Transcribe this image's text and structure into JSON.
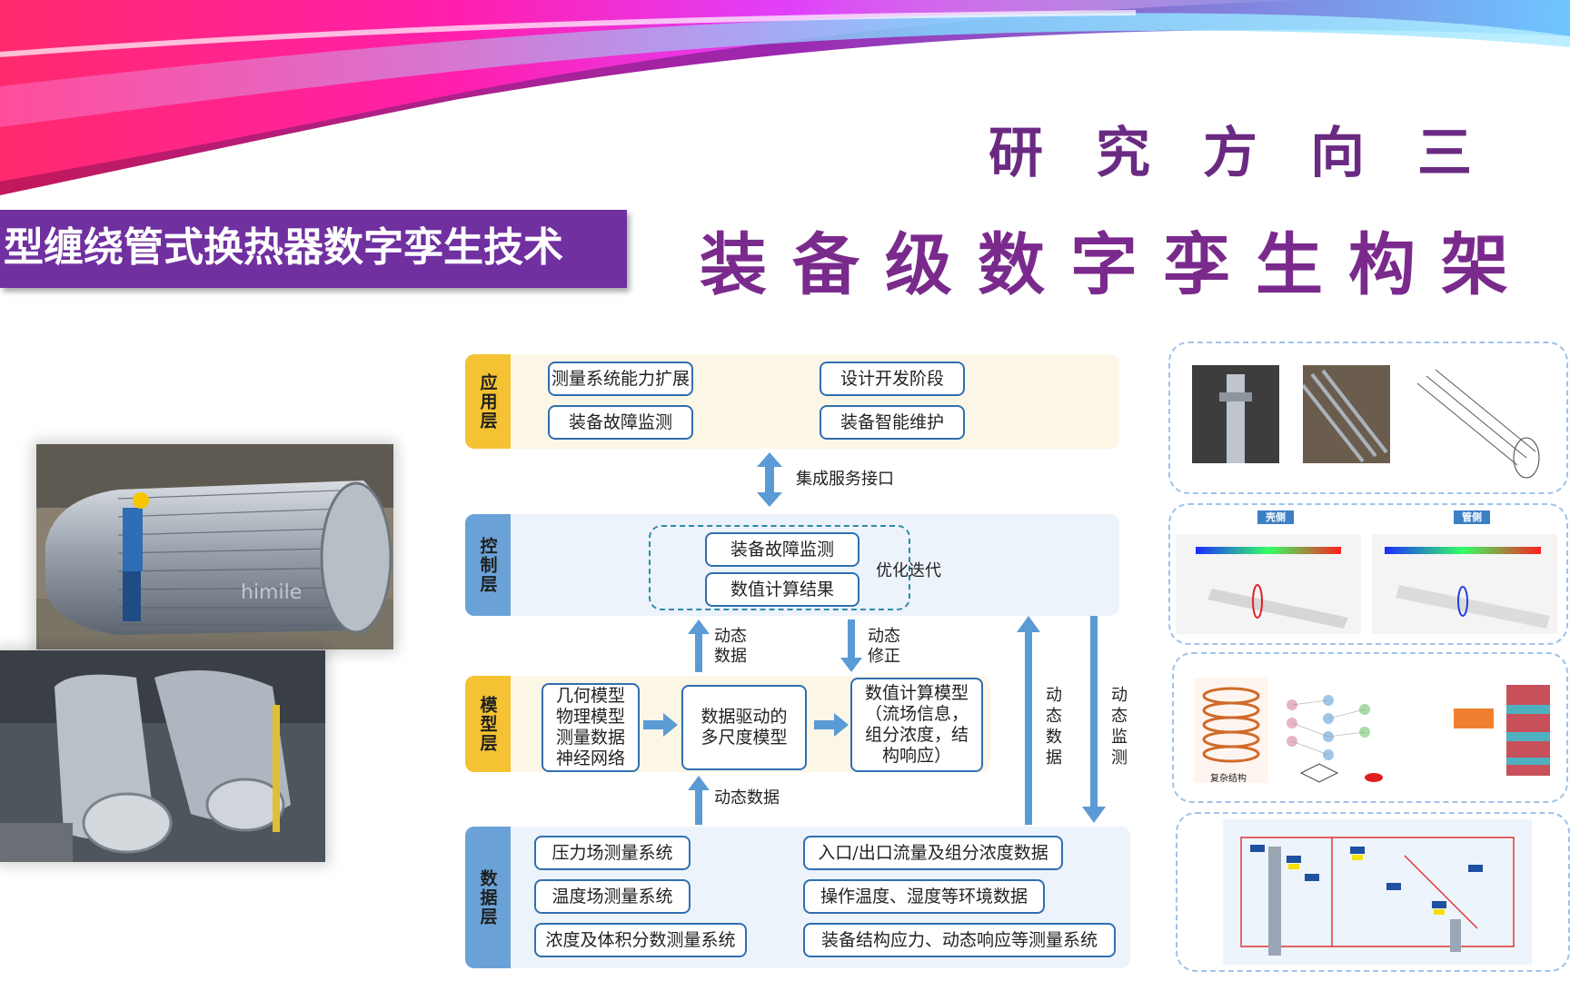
{
  "header": {
    "title_line1": "研究方向三",
    "title_line2": "装备级数字孪生构架",
    "banner": "型缠绕管式换热器数字孪生技术"
  },
  "colors": {
    "accent_purple": "#7030a0",
    "layer_yellow": "#f4c232",
    "layer_blue": "#6aa2d8",
    "arrow_blue": "#5b9bd5",
    "box_border": "#2f6fb0"
  },
  "diagram": {
    "app_layer": {
      "tag": "应用层",
      "boxes": [
        "测量系统能力扩展",
        "装备故障监测",
        "设计开发阶段",
        "装备智能维护"
      ]
    },
    "service_interface": "集成服务接口",
    "control_layer": {
      "tag": "控制层",
      "boxes": [
        "装备故障监测",
        "数值计算结果"
      ],
      "loop_label": "优化迭代"
    },
    "dynamic_data_up": "动态数据",
    "dynamic_correction": "动态修正",
    "model_layer": {
      "tag": "模型层",
      "left": "几何模型\n物理模型\n测量数据\n神经网络",
      "middle": "数据驱动的\n多尺度模型",
      "right": "数值计算模型\n（流场信息，\n组分浓度，结\n构响应）"
    },
    "dynamic_data_bottom": "动态数据",
    "side_label_data": "动态数据",
    "side_label_monitor": "动态监测",
    "data_layer": {
      "tag": "数据层",
      "left_boxes": [
        "压力场测量系统",
        "温度场测量系统",
        "浓度及体积分数测量系统"
      ],
      "right_boxes": [
        "入口/出口流量及组分浓度数据",
        "操作温度、湿度等环境数据",
        "装备结构应力、动态响应等测量系统"
      ]
    }
  },
  "right_panels": {
    "cfd_labels": [
      "壳侧",
      "管侧"
    ],
    "nn_label": "复杂结构"
  },
  "photo_watermark": "himile"
}
